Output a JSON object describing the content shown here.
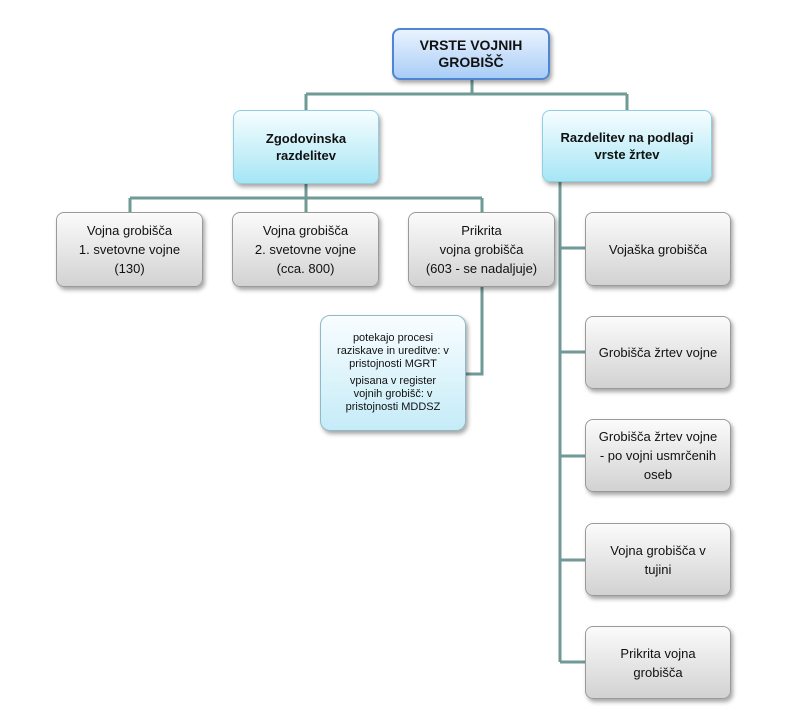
{
  "root": {
    "line1": "VRSTE VOJNIH",
    "line2": "GROBIŠČ"
  },
  "historical": {
    "line1": "Zgodovinska",
    "line2": "razdelitev",
    "children": [
      {
        "lines": [
          "Vojna grobišča",
          "1. svetovne vojne",
          "(130)"
        ]
      },
      {
        "lines": [
          "Vojna grobišča",
          "2. svetovne vojne",
          "(cca. 800)"
        ]
      },
      {
        "lines": [
          "Prikrita",
          "vojna grobišča",
          "(603 - se nadaljuje)"
        ]
      }
    ],
    "note": {
      "para1": [
        "potekajo procesi",
        "raziskave in ureditve: v",
        "pristojnosti MGRT"
      ],
      "para2": [
        "vpisana v register",
        "vojnih grobišč: v",
        "pristojnosti MDDSZ"
      ]
    }
  },
  "victims": {
    "line1": "Razdelitev na podlagi",
    "line2": "vrste žrtev",
    "children": [
      {
        "lines": [
          "Vojaška grobišča"
        ]
      },
      {
        "lines": [
          "Grobišča žrtev vojne"
        ]
      },
      {
        "lines": [
          "Grobišča žrtev vojne",
          "- po vojni usmrčenih",
          "oseb"
        ]
      },
      {
        "lines": [
          "Vojna grobišča v",
          "tujini"
        ]
      },
      {
        "lines": [
          "Prikrita vojna",
          "grobišča"
        ]
      }
    ]
  }
}
